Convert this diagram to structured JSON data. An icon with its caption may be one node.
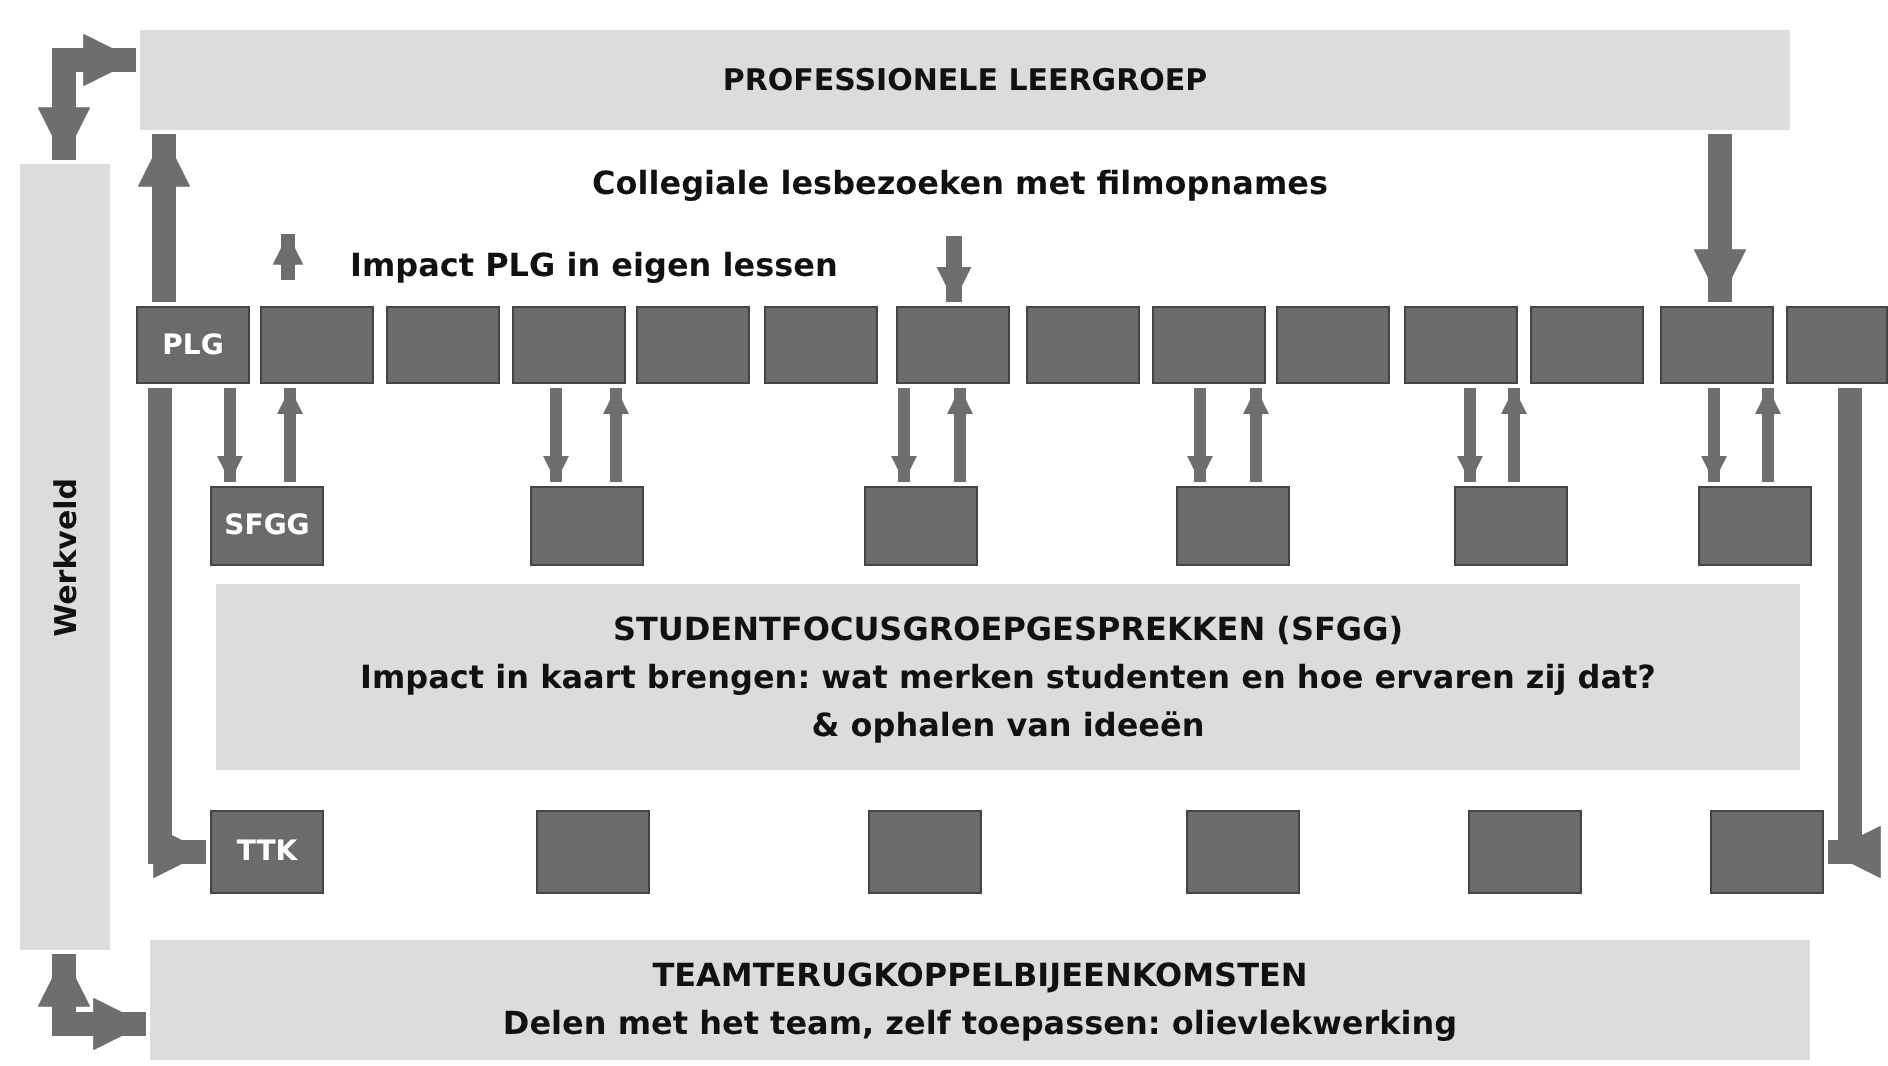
{
  "diagram": {
    "nodes": [
      {
        "text": [
          "PROFESSIONELE LEERGROEP"
        ]
      },
      {
        "text": [
          "Werkveld"
        ]
      },
      {
        "text": [
          "PLG"
        ]
      },
      {
        "text": [],
        "shape": "box"
      },
      {
        "text": [],
        "shape": "box"
      },
      {
        "text": [],
        "shape": "box"
      },
      {
        "text": [],
        "shape": "box"
      },
      {
        "text": [],
        "shape": "box"
      },
      {
        "text": [],
        "shape": "box"
      },
      {
        "text": [],
        "shape": "box"
      },
      {
        "text": [],
        "shape": "box"
      },
      {
        "text": [],
        "shape": "box"
      },
      {
        "text": [],
        "shape": "box"
      },
      {
        "text": [],
        "shape": "box"
      },
      {
        "text": [],
        "shape": "box"
      },
      {
        "text": [],
        "shape": "box"
      },
      {
        "text": [
          "SFGG"
        ]
      },
      {
        "text": [],
        "shape": "box"
      },
      {
        "text": [],
        "shape": "box"
      },
      {
        "text": [],
        "shape": "box"
      },
      {
        "text": [],
        "shape": "box"
      },
      {
        "text": [],
        "shape": "box"
      },
      {
        "text": [
          "STUDENTFOCUSGROEPGESPREKKEN (SFGG)",
          "Impact in kaart brengen: wat merken studenten en hoe ervaren zij dat?",
          "& ophalen van ideeën"
        ]
      },
      {
        "text": [
          "TTK"
        ]
      },
      {
        "text": [],
        "shape": "box"
      },
      {
        "text": [],
        "shape": "box"
      },
      {
        "text": [],
        "shape": "box"
      },
      {
        "text": [],
        "shape": "box"
      },
      {
        "text": [],
        "shape": "box"
      },
      {
        "text": [
          "TEAMTERUGKOPPELBIJEENKOMSTEN",
          "Delen met het team, zelf toepassen: olievlekwerking"
        ]
      }
    ],
    "edges": [
      {
        "from": 1,
        "to": 0,
        "arrow": "both",
        "style": "thick"
      },
      {
        "from": 1,
        "to": 29,
        "arrow": "both",
        "style": "thick"
      },
      {
        "from": 2,
        "to": 0,
        "arrow": "to",
        "style": "thick"
      },
      {
        "from": 0,
        "to": 14,
        "arrow": "to",
        "style": "thick"
      },
      {
        "from": null,
        "to": 8,
        "arrow": "to"
      },
      {
        "from": 2,
        "to": 16,
        "arrow": "to"
      },
      {
        "from": 16,
        "to": 3,
        "arrow": "to"
      },
      {
        "from": 5,
        "to": 17,
        "arrow": "to"
      },
      {
        "from": 17,
        "to": 5,
        "arrow": "to"
      },
      {
        "from": 8,
        "to": 18,
        "arrow": "to"
      },
      {
        "from": 18,
        "to": 8,
        "arrow": "to"
      },
      {
        "from": 10,
        "to": 19,
        "arrow": "to"
      },
      {
        "from": 19,
        "to": 10,
        "arrow": "to"
      },
      {
        "from": 12,
        "to": 20,
        "arrow": "to"
      },
      {
        "from": 20,
        "to": 12,
        "arrow": "to"
      },
      {
        "from": 14,
        "to": 21,
        "arrow": "to"
      },
      {
        "from": 21,
        "to": 14,
        "arrow": "to"
      },
      {
        "from": 2,
        "to": 23,
        "arrow": "to",
        "style": "thick"
      },
      {
        "from": 15,
        "to": 28,
        "arrow": "to",
        "style": "thick"
      }
    ],
    "labels": [
      "Collegiale lesbezoeken met filmopnames",
      "Impact PLG in eigen lessen"
    ]
  }
}
